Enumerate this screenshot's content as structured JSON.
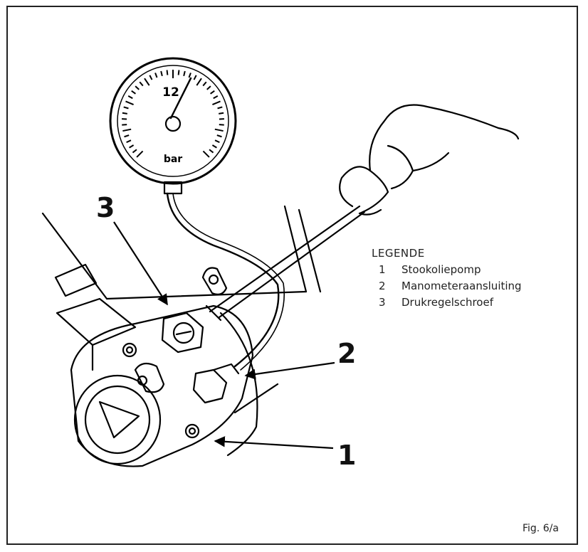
{
  "gauge": {
    "value_label": "12",
    "unit": "bar"
  },
  "callouts": {
    "c1": "1",
    "c2": "2",
    "c3": "3"
  },
  "legend": {
    "title": "LEGENDE",
    "items": [
      {
        "num": "1",
        "label": "Stookoliepomp"
      },
      {
        "num": "2",
        "label": "Manometeraansluiting"
      },
      {
        "num": "3",
        "label": "Drukregelschroef"
      }
    ]
  },
  "figure_label": "Fig. 6/a"
}
